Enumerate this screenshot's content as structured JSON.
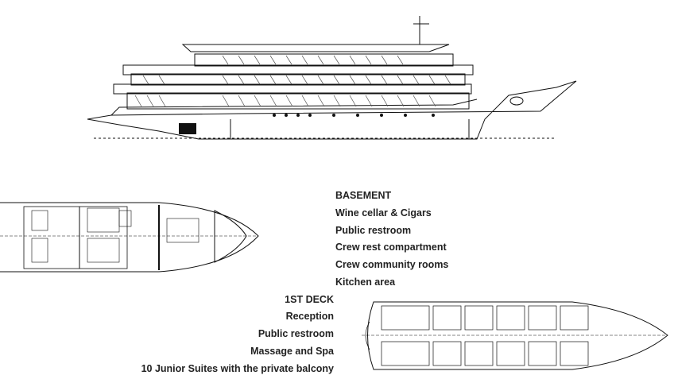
{
  "basement": {
    "heading": "BASEMENT",
    "items": [
      "Wine cellar & Cigars",
      "Public restroom",
      "Crew rest compartment",
      "Crew community rooms",
      "Kitchen area"
    ]
  },
  "first_deck": {
    "heading": "1ST DECK",
    "items": [
      "Reception",
      "Public restroom",
      "Massage and Spa",
      "10 Junior Suites with the private balcony"
    ]
  }
}
